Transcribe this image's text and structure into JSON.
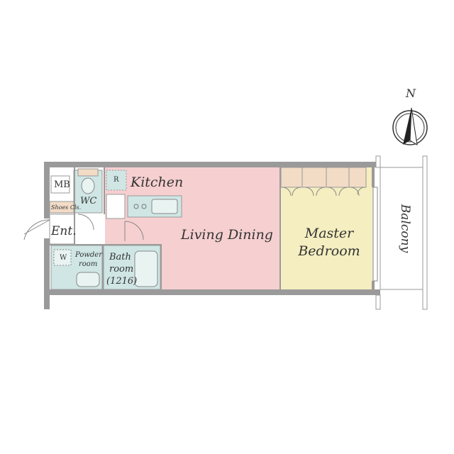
{
  "compass": {
    "north_label": "N"
  },
  "rooms": {
    "kitchen": "Kitchen",
    "living_dining": "Living Dining",
    "master_bedroom_line1": "Master",
    "master_bedroom_line2": "Bedroom",
    "balcony": "Balcony",
    "mb": "MB",
    "wc": "WC",
    "shoes_closet": "Shoes Cls.",
    "entrance": "Ent.",
    "powder_room_line1": "Powder",
    "powder_room_line2": "room",
    "bathroom_line1": "Bath",
    "bathroom_line2": "room",
    "bathroom_size": "(1216)",
    "washer": "W",
    "refrigerator": "R"
  },
  "colors": {
    "wall": "#9a9a9a",
    "living_dining": "#f6cfd0",
    "master_bedroom": "#f4eec0",
    "kitchen_wet": "#cfe6e4",
    "closet": "#f2dcc6",
    "entrance_floor": "#ffffff"
  }
}
